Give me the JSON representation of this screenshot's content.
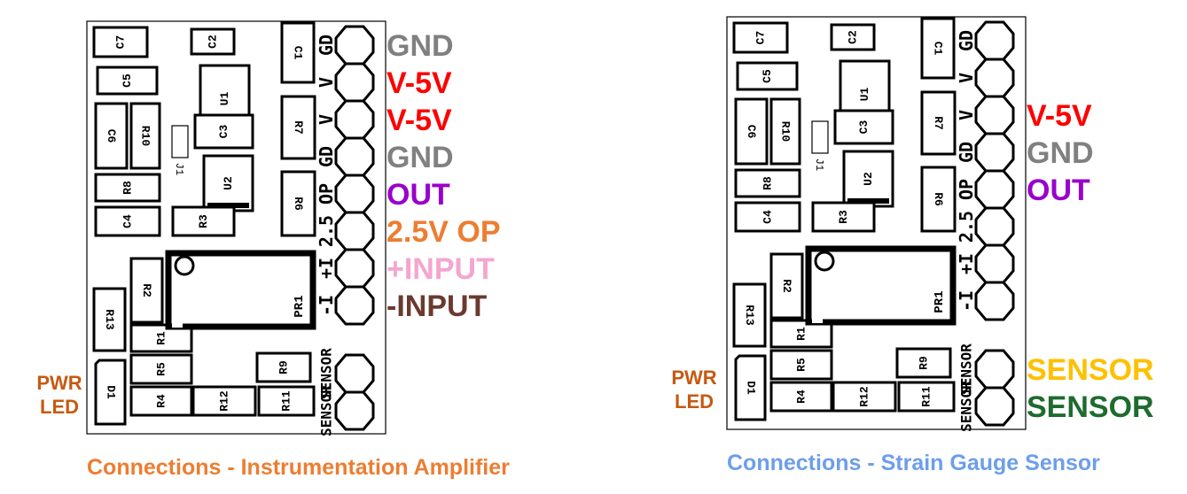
{
  "diagrams": [
    {
      "caption": "Connections - Instrumentation Amplifier",
      "caption_color": "#ED7D31",
      "pwr_led": [
        "PWR",
        "LED"
      ],
      "pwr_led_color": "#C55A11",
      "components": {
        "C7": "C7",
        "C2": "C2",
        "C1": "C1",
        "C5": "C5",
        "U1": "U1",
        "C6": "C6",
        "R10": "R10",
        "J1": "J1",
        "C3": "C3",
        "R7": "R7",
        "U2": "U2",
        "R8": "R8",
        "R6": "R6",
        "C4": "C4",
        "R3": "R3",
        "R2": "R2",
        "PR1": "PR1",
        "R13": "R13",
        "R1": "R1",
        "D1": "D1",
        "R5": "R5",
        "R9": "R9",
        "R4": "R4",
        "R12": "R12",
        "R11": "R11"
      },
      "pin_labels": [
        "GD",
        "V",
        "V",
        "GD",
        "OP",
        "2.5",
        "+I",
        "-I"
      ],
      "sensor_pin_labels": [
        "SENSOR",
        "SENSOR"
      ],
      "connections": [
        {
          "pin": 0,
          "label": "GND",
          "color": "#808080"
        },
        {
          "pin": 1,
          "label": "V-5V",
          "color": "#FF0000"
        },
        {
          "pin": 2,
          "label": "V-5V",
          "color": "#FF0000"
        },
        {
          "pin": 3,
          "label": "GND",
          "color": "#808080"
        },
        {
          "pin": 4,
          "label": "OUT",
          "color": "#9900CC"
        },
        {
          "pin": 5,
          "label": "2.5V OP",
          "color": "#ED7D31"
        },
        {
          "pin": 6,
          "label": "+INPUT",
          "color": "#F4A6CF"
        },
        {
          "pin": 7,
          "label": "-INPUT",
          "color": "#6B3A2E"
        }
      ],
      "sensor_connections": []
    },
    {
      "caption": "Connections - Strain Gauge Sensor",
      "caption_color": "#6D9EEB",
      "pwr_led": [
        "PWR",
        "LED"
      ],
      "pwr_led_color": "#C55A11",
      "components": {
        "C7": "C7",
        "C2": "C2",
        "C1": "C1",
        "C5": "C5",
        "U1": "U1",
        "C6": "C6",
        "R10": "R10",
        "J1": "J1",
        "C3": "C3",
        "R7": "R7",
        "U2": "U2",
        "R8": "R8",
        "R6": "R6",
        "C4": "C4",
        "R3": "R3",
        "R2": "R2",
        "PR1": "PR1",
        "R13": "R13",
        "R1": "R1",
        "D1": "D1",
        "R5": "R5",
        "R9": "R9",
        "R4": "R4",
        "R12": "R12",
        "R11": "R11"
      },
      "pin_labels": [
        "GD",
        "V",
        "V",
        "GD",
        "OP",
        "2.5",
        "+I",
        "-I"
      ],
      "sensor_pin_labels": [
        "SENSOR",
        "SENSOR"
      ],
      "connections": [
        {
          "pin": 2,
          "label": "V-5V",
          "color": "#FF0000"
        },
        {
          "pin": 3,
          "label": "GND",
          "color": "#808080"
        },
        {
          "pin": 4,
          "label": "OUT",
          "color": "#9900CC"
        }
      ],
      "sensor_connections": [
        {
          "pin": 0,
          "label": "SENSOR",
          "color": "#FFC000"
        },
        {
          "pin": 1,
          "label": "SENSOR",
          "color": "#1E6B2E"
        }
      ]
    }
  ]
}
